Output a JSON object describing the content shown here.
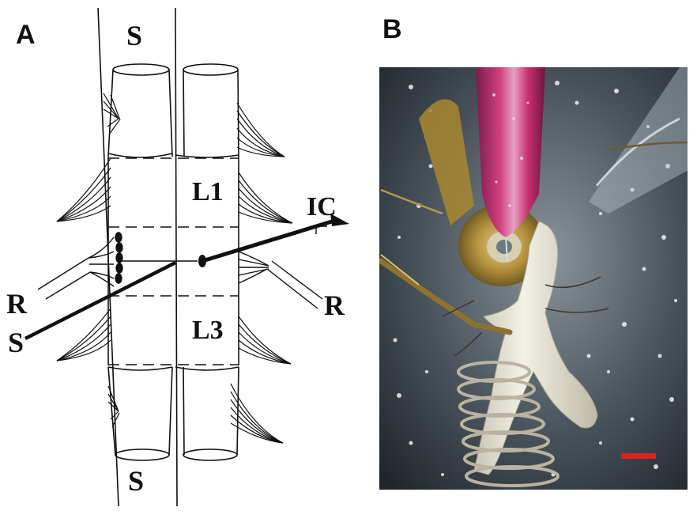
{
  "panel_a": {
    "letter": "A",
    "labels": {
      "top_s": "S",
      "bottom_s": "S",
      "l1": "L1",
      "l3": "L3",
      "ic": "IC",
      "r_left": "R",
      "r_right": "R",
      "s_electrode": "S"
    }
  },
  "panel_b": {
    "letter": "B",
    "scale_bar_color": "#e02020"
  },
  "colors": {
    "ink": "#111111",
    "background": "#ffffff",
    "pipette_pink": "#c8306e"
  }
}
